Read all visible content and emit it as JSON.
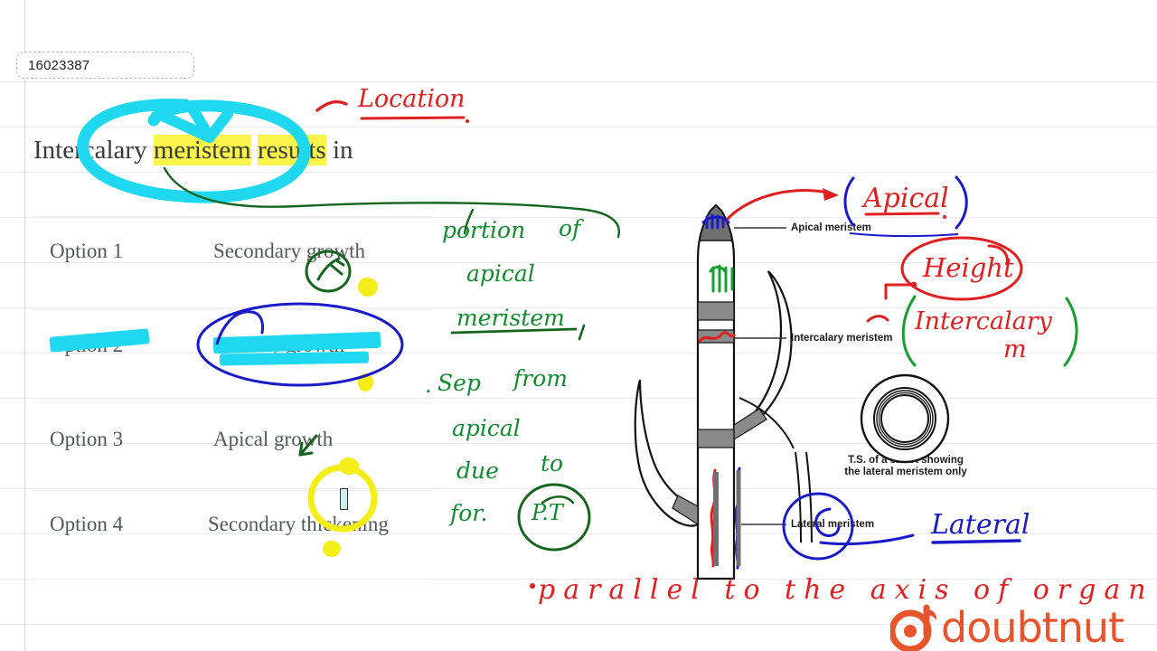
{
  "meta": {
    "question_id": "16023387",
    "brand": "doubtnut",
    "accent_color": "#e8552d"
  },
  "question": {
    "prefix": "Intercalary ",
    "highlight_1": "meristem",
    "middle": " ",
    "highlight_2": "results",
    "suffix": " in",
    "full_text": "Intercalary meristem results in"
  },
  "options": [
    {
      "label": "Option 1",
      "text": "Secondary growth"
    },
    {
      "label": "Option 2",
      "text": "Primary growth"
    },
    {
      "label": "Option 3",
      "text": "Apical growth"
    },
    {
      "label": "Option 4",
      "text": "Secondary thickening"
    }
  ],
  "diagram": {
    "labels": [
      {
        "name": "apical-meristem",
        "text": "Apical meristem"
      },
      {
        "name": "intercalary-meristem",
        "text": "Intercalary meristem"
      },
      {
        "name": "lateral-meristem",
        "text": "Lateral meristem"
      }
    ],
    "ts_caption_line_1": "T.S. of a shoot showing",
    "ts_caption_line_2": "the lateral meristem only"
  },
  "annotations": {
    "location": "Location",
    "green_note_1_line_1": "portion",
    "green_note_1_of": "of",
    "green_note_1_line_2": "apical",
    "green_note_1_line_3": "meristem",
    "green_note_1_comma": ",",
    "green_note_2_bullet": ".",
    "green_note_2_line_1": "Sep",
    "green_note_2_from": "from",
    "green_note_2_line_2": "apical",
    "green_note_2_line_3": "due",
    "green_note_2_to": "to",
    "green_note_2_line_4": "for.",
    "green_note_2_circle": "P.T",
    "apical": "Apical",
    "height": "Height",
    "intercalary": "Intercalary",
    "intercalary_m": "m",
    "lateral": "Lateral",
    "bottom_red_line": "parallel to the axis of organ",
    "bottom_red_bullet": "."
  },
  "colors": {
    "cyan_marker": "#1fd8ef",
    "yellow_highlight": "#fbf44a",
    "green_ink": "#128a2f",
    "red_ink": "#e02020",
    "blue_ink": "#1a1ac8",
    "paper_rule": "#e8eaee",
    "margin_rule": "#f0c9cc"
  }
}
